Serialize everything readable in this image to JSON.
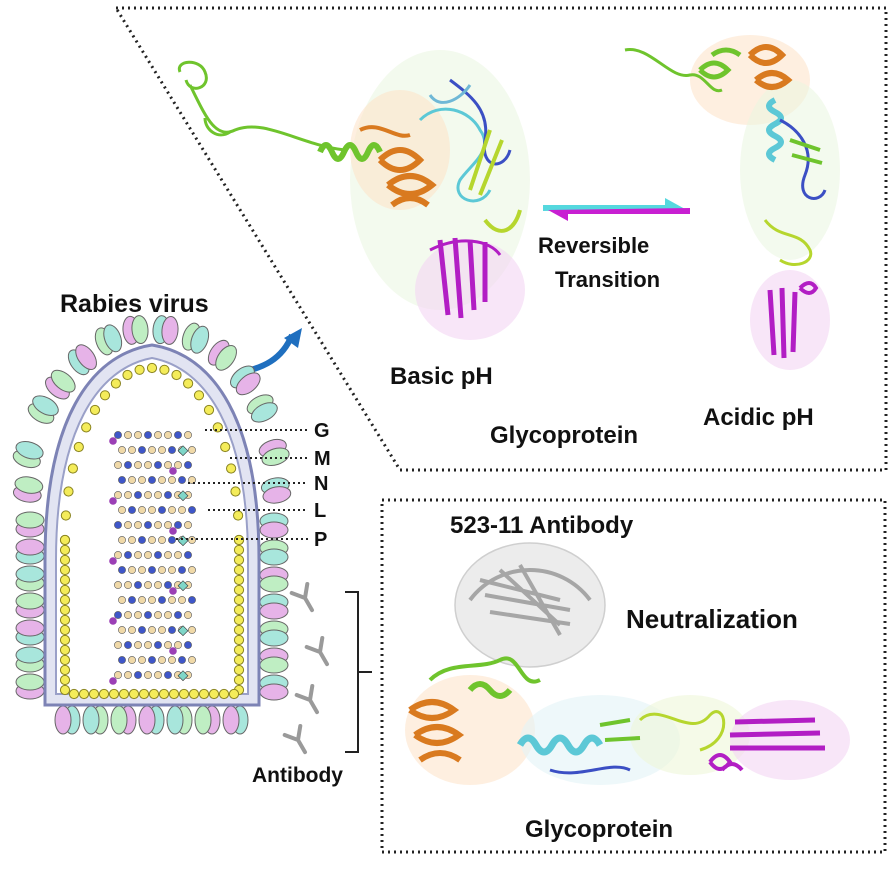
{
  "labels": {
    "rabies_virus": "Rabies virus",
    "basic_ph": "Basic pH",
    "acidic_ph": "Acidic pH",
    "reversible": "Reversible",
    "transition": "Transition",
    "glycoprotein_top": "Glycoprotein",
    "antibody_523": "523-11 Antibody",
    "neutralization": "Neutralization",
    "glycoprotein_bottom": "Glycoprotein",
    "antibody": "Antibody"
  },
  "virus_components": [
    "G",
    "M",
    "N",
    "L",
    "P"
  ],
  "colors": {
    "spike_green": "#bfeec3",
    "spike_pink": "#e6b3e8",
    "spike_teal": "#a8e6dc",
    "envelope": "#c9cde6",
    "envelope_edge": "#7d83b5",
    "matrix_yellow": "#f4ec5a",
    "nucleo_beige": "#f0d9a8",
    "nucleo_blue": "#3f57c9",
    "purple": "#9b3fb5",
    "helix_green": "#6fc42d",
    "helix_orange": "#d97a1f",
    "helix_cyan": "#5cc8d6",
    "helix_blue": "#3b4fc4",
    "helix_magenta": "#b21ec4",
    "helix_lime": "#b6d62e",
    "antibody_grey": "#9a9a9a",
    "arrow_cyan": "#55d8de",
    "arrow_magenta": "#c81fd2",
    "callout_arrow": "#1f6fbf"
  }
}
